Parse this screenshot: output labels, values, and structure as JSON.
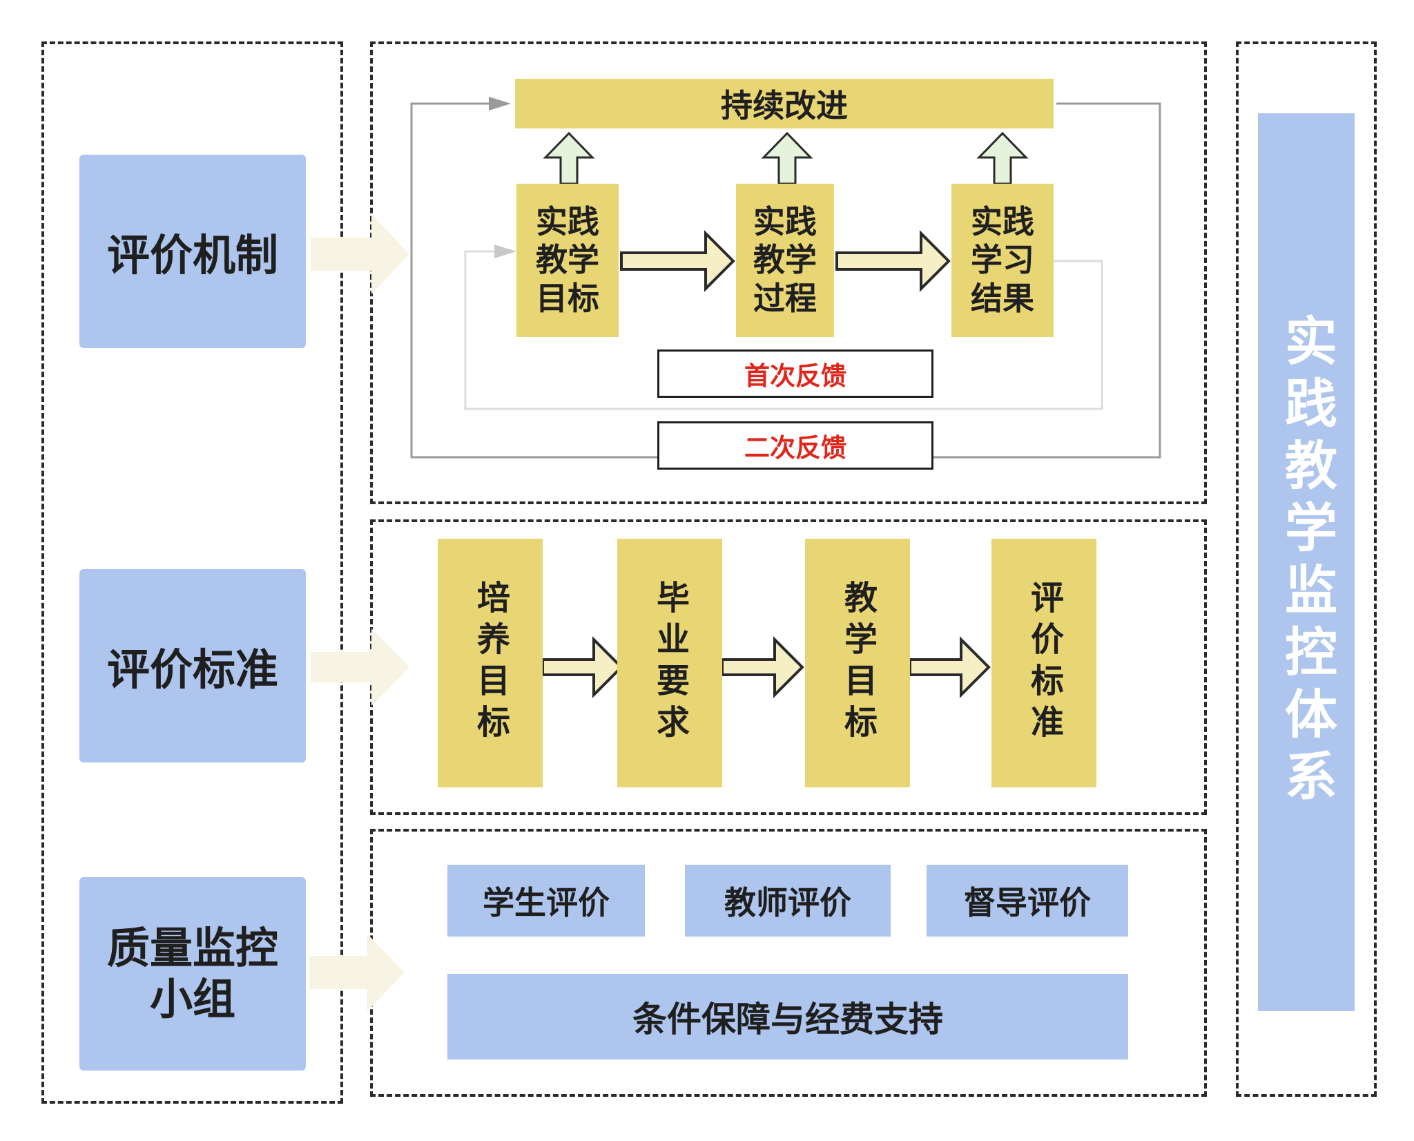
{
  "left": {
    "mechanism": "评价机制",
    "standard": "评价标准",
    "group": "质量监控\n小组"
  },
  "mechanism_panel": {
    "improve": "持续改进",
    "goal": "实践\n教学\n目标",
    "process": "实践\n教学\n过程",
    "result": "实践\n学习\n结果",
    "feedback1": "首次反馈",
    "feedback2": "二次反馈"
  },
  "standard_panel": {
    "items": [
      "培养目标",
      "毕业要求",
      "教学目标",
      "评价标准"
    ]
  },
  "group_panel": {
    "student": "学生评价",
    "teacher": "教师评价",
    "supervisor": "督导评价",
    "support": "条件保障与经费支持"
  },
  "right_title": "实践教学监控体系",
  "colors": {
    "blue": "#aec5ee",
    "yellow": "#e8d574",
    "feedback_text": "#e0261b",
    "arrow_fill_light": "#f7f4e3",
    "up_arrow_fill": "#e6f3dc"
  }
}
